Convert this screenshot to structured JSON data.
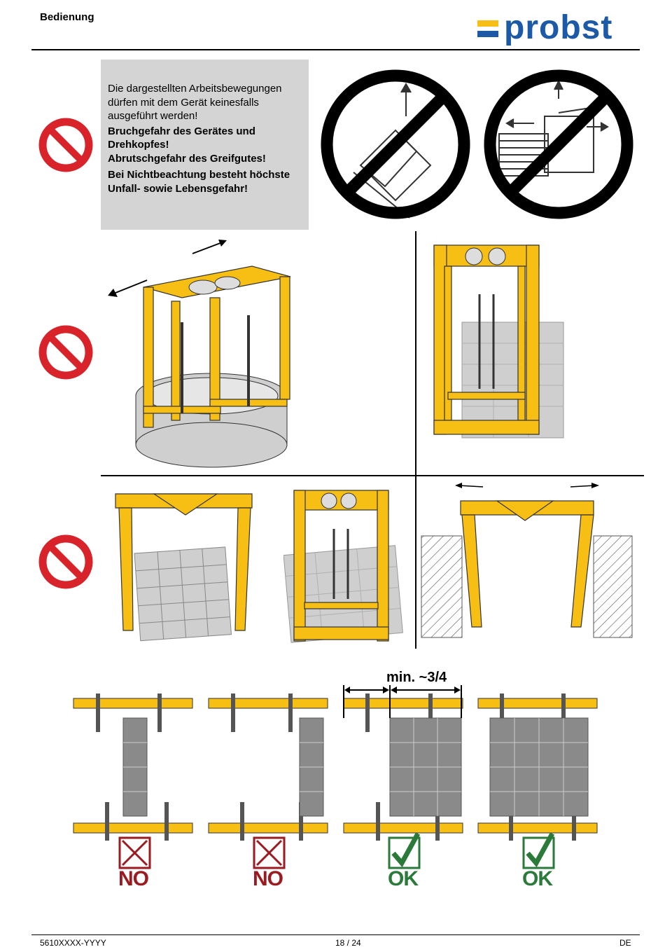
{
  "header": {
    "title": "Bedienung",
    "logo_text": "probst"
  },
  "warning": {
    "line1": "Die dargestellten Arbeitsbewegungen dürfen mit dem Gerät keinesfalls ausgeführt werden!",
    "line2": "Bruchgefahr des Gerätes und Drehkopfes!",
    "line3": "Abrutschgefahr des Greifgutes!",
    "line4": "Bei Nichtbeachtung besteht höchste Unfall- sowie Lebensgefahr!"
  },
  "grip_examples": {
    "min_label": "min. ~3/4",
    "labels": [
      "NO",
      "NO",
      "OK",
      "OK"
    ]
  },
  "footer": {
    "doc_number": "5610XXXX-YYYY",
    "page": "18 / 24",
    "lang": "DE"
  },
  "colors": {
    "yellow": "#f7be13",
    "red": "#d8232a",
    "logo_blue": "#1c5aa8",
    "green": "#2a7a3a",
    "dark_red": "#9b1b20"
  }
}
